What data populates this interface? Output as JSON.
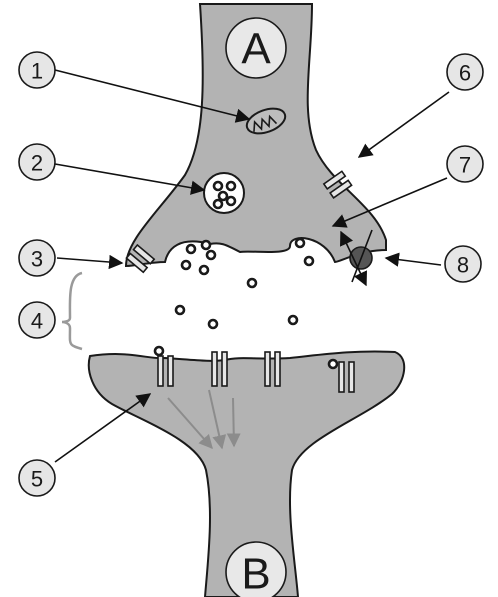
{
  "cells": [
    {
      "id": "presynaptic",
      "label": "A"
    },
    {
      "id": "postsynaptic",
      "label": "B"
    }
  ],
  "callouts": [
    {
      "number": "1",
      "target": "mitochondrion-icon"
    },
    {
      "number": "2",
      "target": "synaptic-vesicle-icon"
    },
    {
      "number": "3",
      "target": "presynaptic-channel-icon"
    },
    {
      "number": "4",
      "target": "synaptic-cleft-bracket"
    },
    {
      "number": "5",
      "target": "postsynaptic-receptor-icon"
    },
    {
      "number": "6",
      "target": "membrane-channel-icon"
    },
    {
      "number": "7",
      "target": "exocytosis-vesicle-icon"
    },
    {
      "number": "8",
      "target": "reuptake-transporter-icon"
    }
  ],
  "colors": {
    "cell_fill": "#b3b3b3",
    "outline": "#1a1a1a",
    "cleft": "#ffffff",
    "bracket": "#9a9a9a"
  }
}
